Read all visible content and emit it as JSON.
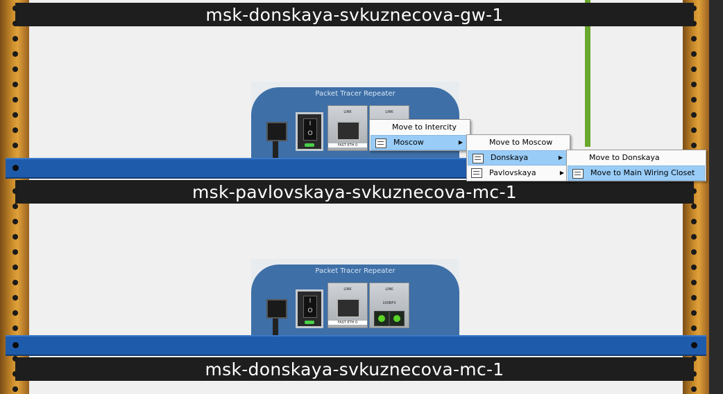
{
  "rack": {
    "labels": {
      "top": "msk-donskaya-svkuznecova-gw-1",
      "middle": "msk-pavlovskaya-svkuznecova-mc-1",
      "bottom": "msk-donskaya-svkuznecova-mc-1"
    },
    "cable_color": "#6aa72f",
    "shelf_color": "#1f5bab"
  },
  "devices": [
    {
      "title": "Packet Tracer Repeater",
      "port0_top": "LINK",
      "port0_bottom": "FAST ETH 0",
      "port1_top": "LINK",
      "port1_bottom": ""
    },
    {
      "title": "Packet Tracer Repeater",
      "port0_top": "LINK",
      "port0_bottom": "FAST ETH 0",
      "port1_top": "LINK",
      "port1_bottom": "100BFX"
    }
  ],
  "context_menu": {
    "level1": {
      "items": [
        "Move to Intercity",
        "Moscow"
      ]
    },
    "level2": {
      "items": [
        "Move to Moscow",
        "Donskaya",
        "Pavlovskaya"
      ]
    },
    "level3": {
      "items": [
        "Move to Donskaya",
        "Move to Main Wiring Closet"
      ]
    },
    "highlight_color": "#99ccf7",
    "submenu_arrow": "▶"
  }
}
